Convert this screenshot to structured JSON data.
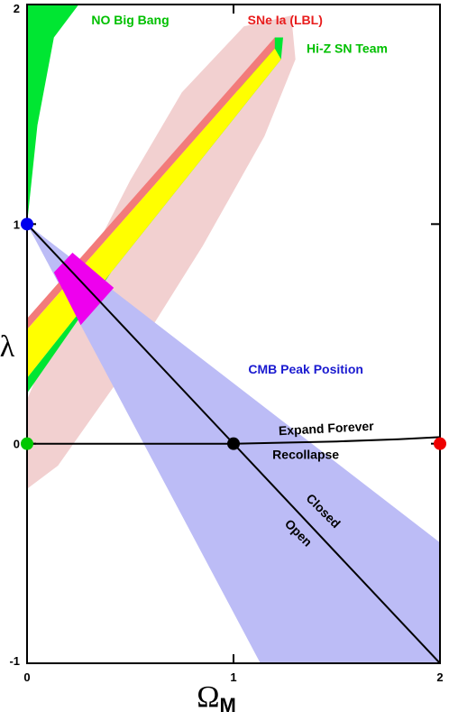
{
  "chart_data": {
    "type": "area",
    "title": "",
    "xlabel": "Ω",
    "xlabel_sub": "M",
    "ylabel": "λ",
    "xlim": [
      0,
      2
    ],
    "ylim": [
      -1,
      2
    ],
    "xticks": [
      {
        "value": 0,
        "label": "0"
      },
      {
        "value": 1,
        "label": "1"
      },
      {
        "value": 2,
        "label": "2"
      }
    ],
    "yticks": [
      {
        "value": -1,
        "label": "-1"
      },
      {
        "value": 0,
        "label": "0"
      },
      {
        "value": 1,
        "label": "1"
      },
      {
        "value": 2,
        "label": "2"
      }
    ],
    "grid": false,
    "regions": [
      {
        "name": "no-big-bang",
        "color": "#00e632",
        "points": [
          [
            0,
            1.0
          ],
          [
            0.05,
            1.45
          ],
          [
            0.13,
            1.85
          ],
          [
            0.25,
            2.0
          ],
          [
            0,
            2.0
          ]
        ]
      },
      {
        "name": "lbl-ellipse",
        "color": "#f2d0d0",
        "points": [
          [
            -0.02,
            -0.22
          ],
          [
            0.15,
            -0.1
          ],
          [
            0.45,
            0.3
          ],
          [
            0.85,
            0.9
          ],
          [
            1.15,
            1.4
          ],
          [
            1.3,
            1.75
          ],
          [
            1.28,
            1.95
          ],
          [
            1.05,
            1.9
          ],
          [
            0.75,
            1.6
          ],
          [
            0.5,
            1.2
          ],
          [
            0.2,
            0.65
          ],
          [
            0.0,
            0.2
          ]
        ]
      },
      {
        "name": "cmb-band",
        "color": "#bcbcf6",
        "points": [
          [
            0.0,
            1.0
          ],
          [
            2.0,
            -0.45
          ],
          [
            2.0,
            -1.0
          ],
          [
            1.13,
            -1.0
          ]
        ]
      },
      {
        "name": "hi-z-band",
        "color": "#00e632",
        "points": [
          [
            0,
            0.23
          ],
          [
            1.2,
            1.85
          ],
          [
            1.24,
            1.85
          ],
          [
            1.23,
            1.75
          ],
          [
            0.0,
            0.3
          ]
        ]
      },
      {
        "name": "lbl-band",
        "color": "#f27b7b",
        "points": [
          [
            0,
            0.57
          ],
          [
            1.2,
            1.85
          ],
          [
            1.2,
            1.8
          ],
          [
            0,
            0.52
          ]
        ]
      },
      {
        "name": "sne-overlap",
        "color": "#ffff00",
        "points": [
          [
            0,
            0.3
          ],
          [
            1.23,
            1.75
          ],
          [
            1.2,
            1.8
          ],
          [
            0,
            0.52
          ]
        ]
      },
      {
        "name": "combined-overlap",
        "color": "#ee00ee",
        "points": [
          [
            0.13,
            0.78
          ],
          [
            0.22,
            0.87
          ],
          [
            0.42,
            0.71
          ],
          [
            0.26,
            0.54
          ]
        ]
      }
    ],
    "lines": [
      {
        "name": "flat-universe",
        "points": [
          [
            0,
            1
          ],
          [
            2,
            -1
          ]
        ]
      },
      {
        "name": "expand-recollapse",
        "points": [
          [
            0,
            0
          ],
          [
            1,
            0
          ],
          [
            1.5,
            0.01
          ],
          [
            1.8,
            0.02
          ],
          [
            2,
            0.03
          ]
        ]
      }
    ],
    "points": [
      {
        "name": "blue-point",
        "x": 0,
        "y": 1,
        "color": "#0000ee"
      },
      {
        "name": "green-point",
        "x": 0,
        "y": 0,
        "color": "#00c800"
      },
      {
        "name": "black-point",
        "x": 1,
        "y": 0,
        "color": "#000000"
      },
      {
        "name": "red-point",
        "x": 2,
        "y": 0,
        "color": "#ee0000"
      }
    ],
    "annotations": [
      {
        "name": "no-big-bang-label",
        "text": "NO Big Bang",
        "x": 0.5,
        "y": 1.91,
        "color": "#00c000",
        "rotate": 0
      },
      {
        "name": "sne-la-label",
        "text": "SNe Ia (LBL)",
        "x": 1.25,
        "y": 1.91,
        "color": "#e81c1c",
        "rotate": 0
      },
      {
        "name": "hi-z-label",
        "text": "Hi-Z SN Team",
        "x": 1.55,
        "y": 1.78,
        "color": "#00c000",
        "rotate": 0
      },
      {
        "name": "cmb-label",
        "text": "CMB Peak Position",
        "x": 1.35,
        "y": 0.32,
        "color": "#1a1ad0",
        "rotate": 0
      },
      {
        "name": "expand-forever-label",
        "text": "Expand Forever",
        "x": 1.45,
        "y": 0.05,
        "color": "#000000",
        "rotate": -3
      },
      {
        "name": "recollapse-label",
        "text": "Recollapse",
        "x": 1.35,
        "y": -0.07,
        "color": "#000000",
        "rotate": 0
      },
      {
        "name": "closed-label",
        "text": "Closed",
        "x": 1.42,
        "y": -0.32,
        "color": "#000000",
        "rotate": 45
      },
      {
        "name": "open-label",
        "text": "Open",
        "x": 1.3,
        "y": -0.42,
        "color": "#000000",
        "rotate": 45
      }
    ]
  }
}
